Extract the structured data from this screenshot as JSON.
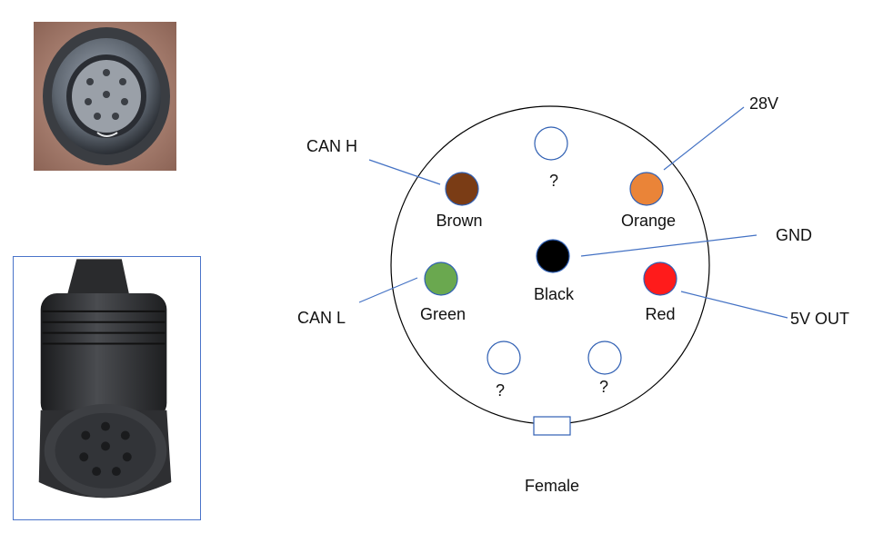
{
  "diagram": {
    "caption": "Female",
    "pins": [
      {
        "id": "top",
        "color_name": "?",
        "fill": "#ffffff"
      },
      {
        "id": "upper-left",
        "color_name": "Brown",
        "fill": "#7a3c15"
      },
      {
        "id": "upper-right",
        "color_name": "Orange",
        "fill": "#ea8438"
      },
      {
        "id": "center",
        "color_name": "Black",
        "fill": "#000000"
      },
      {
        "id": "left",
        "color_name": "Green",
        "fill": "#6aa84f"
      },
      {
        "id": "right",
        "color_name": "Red",
        "fill": "#ff1b1b"
      },
      {
        "id": "bottom-left",
        "color_name": "?",
        "fill": "#ffffff"
      },
      {
        "id": "bottom-right",
        "color_name": "?",
        "fill": "#ffffff"
      }
    ],
    "callouts": [
      {
        "id": "can-h",
        "label": "CAN H"
      },
      {
        "id": "can-l",
        "label": "CAN L"
      },
      {
        "id": "28v",
        "label": "28V"
      },
      {
        "id": "gnd",
        "label": "GND"
      },
      {
        "id": "5v-out",
        "label": "5V OUT"
      }
    ],
    "colors": {
      "pin_outline": "#2f5fb3",
      "leader_line": "#4472c4",
      "photo_frame": "#4a74c9"
    }
  }
}
